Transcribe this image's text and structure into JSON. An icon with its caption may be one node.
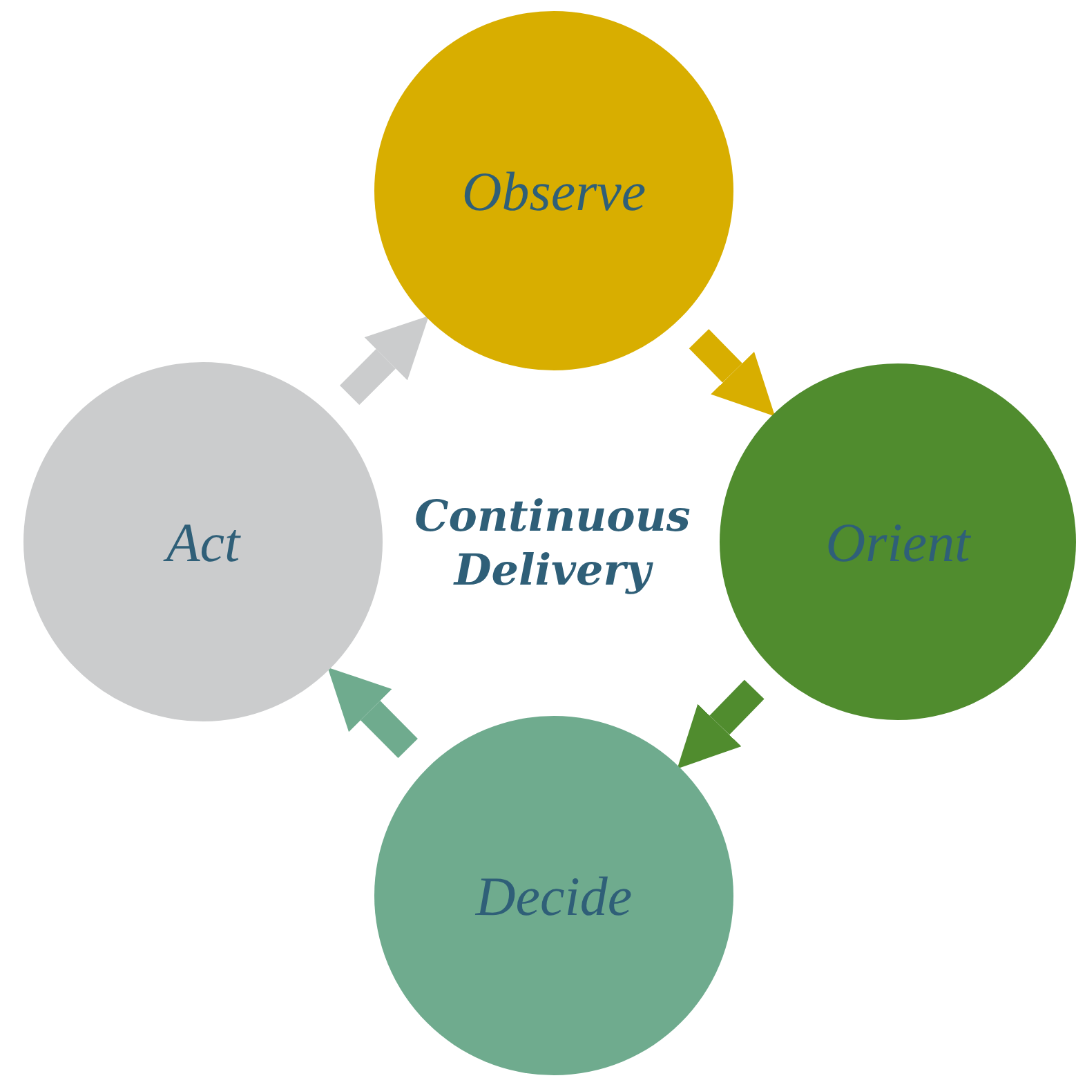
{
  "diagram": {
    "nodes": [
      {
        "text": [
          "Observe"
        ]
      },
      {
        "text": [
          "Orient"
        ]
      },
      {
        "text": [
          "Decide"
        ]
      },
      {
        "text": [
          "Act"
        ]
      }
    ],
    "edges": [
      {
        "from": 0,
        "to": 1,
        "arrow": "to",
        "color": "#d8ae00"
      },
      {
        "from": 1,
        "to": 2,
        "arrow": "to",
        "color": "#508c2e"
      },
      {
        "from": 2,
        "to": 3,
        "arrow": "to",
        "color": "#6fab8e"
      },
      {
        "from": 3,
        "to": 0,
        "arrow": "to",
        "color": "#cbcccd"
      }
    ],
    "labels": [
      "Continuous Delivery"
    ]
  }
}
